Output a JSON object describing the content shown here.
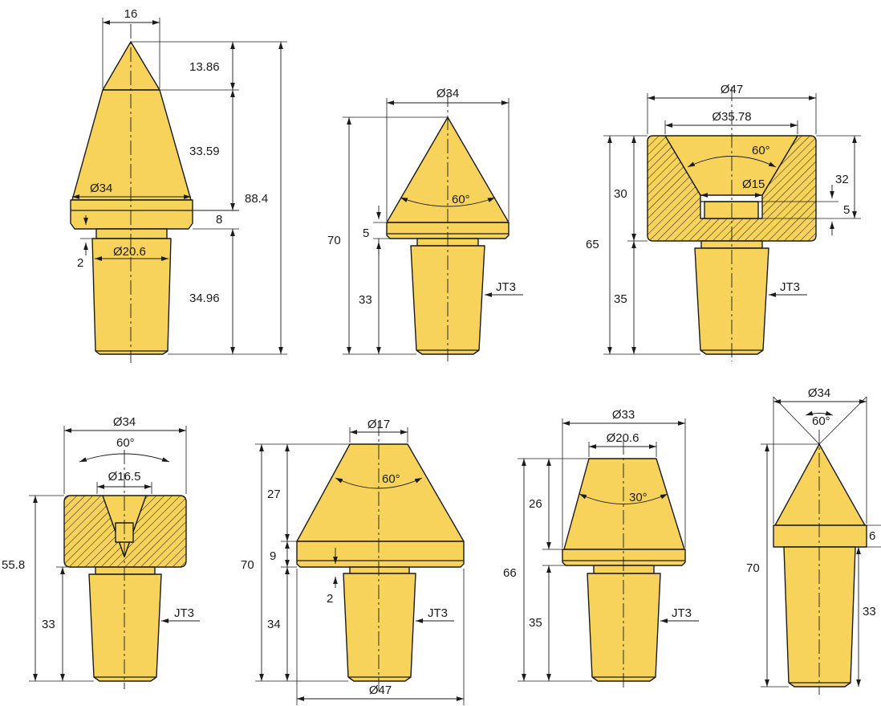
{
  "colors": {
    "metal": "#F7D35C",
    "line": "#1b1b1b",
    "background": "#ffffff"
  },
  "dimensions": {
    "pin1": {
      "tip_width": "16",
      "tip_height": "13.86",
      "cone_height": "33.59",
      "collar_dia": "Ø34",
      "collar_height": "8",
      "total_height": "88.4",
      "neck": "2",
      "shank_dia": "Ø20.6",
      "shank_height": "34.96"
    },
    "pin2": {
      "dia": "Ø34",
      "angle": "60°",
      "collar": "5",
      "total_height": "70",
      "shank_height": "33",
      "taper": "JT3"
    },
    "pin3": {
      "outer_dia": "Ø47",
      "cup_dia": "Ø35.78",
      "angle": "60°",
      "bore_dia": "Ø15",
      "cup_depth": "30",
      "body_height": "32",
      "bore_depth": "5",
      "total_height": "65",
      "shank_height": "35",
      "taper": "JT3"
    },
    "pin4": {
      "dia": "Ø34",
      "angle": "60°",
      "bore_dia": "Ø16.5",
      "total_height": "55.8",
      "shank_height": "33",
      "taper": "JT3"
    },
    "pin5": {
      "top_dia": "Ø17",
      "angle": "60°",
      "cone_height": "27",
      "collar_height": "9",
      "total_height": "70",
      "neck": "2",
      "shank_height": "34",
      "base_dia": "Ø47",
      "taper": "JT3"
    },
    "pin6": {
      "dia": "Ø33",
      "top_dia": "Ø20.6",
      "angle": "30°",
      "cone_height": "26",
      "total_height": "66",
      "shank_height": "35",
      "taper": "JT3"
    },
    "pin7": {
      "dia": "Ø34",
      "angle": "60°",
      "collar_height": "6",
      "total_height": "70",
      "shank_height": "33"
    }
  }
}
